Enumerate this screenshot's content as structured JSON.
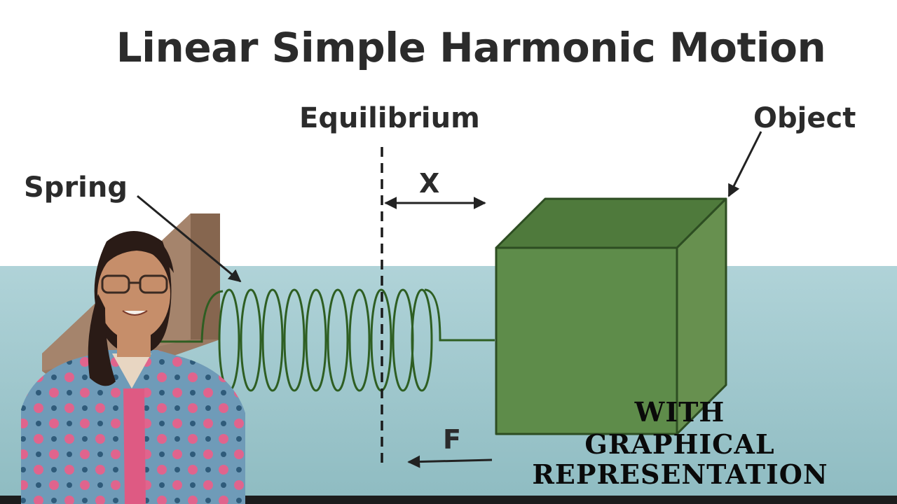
{
  "diagram": {
    "title": "Linear Simple Harmonic Motion",
    "labels": {
      "equilibrium": "Equilibrium",
      "object": "Object",
      "spring": "Spring",
      "displacement": "X",
      "force": "F"
    }
  },
  "overlay_caption": {
    "line1": "WITH",
    "line2": "GRAPHICAL",
    "line3": "REPRESENTATION"
  },
  "colors": {
    "water": "#a9cdd2",
    "wall": "#9a7a63",
    "block_front": "#5e8c4a",
    "block_top": "#4f7a3c",
    "block_side": "#67904f",
    "spring": "#2e5e22",
    "label_text": "#2b2b2b"
  },
  "presenter": {
    "description_icon": "person-photo"
  }
}
